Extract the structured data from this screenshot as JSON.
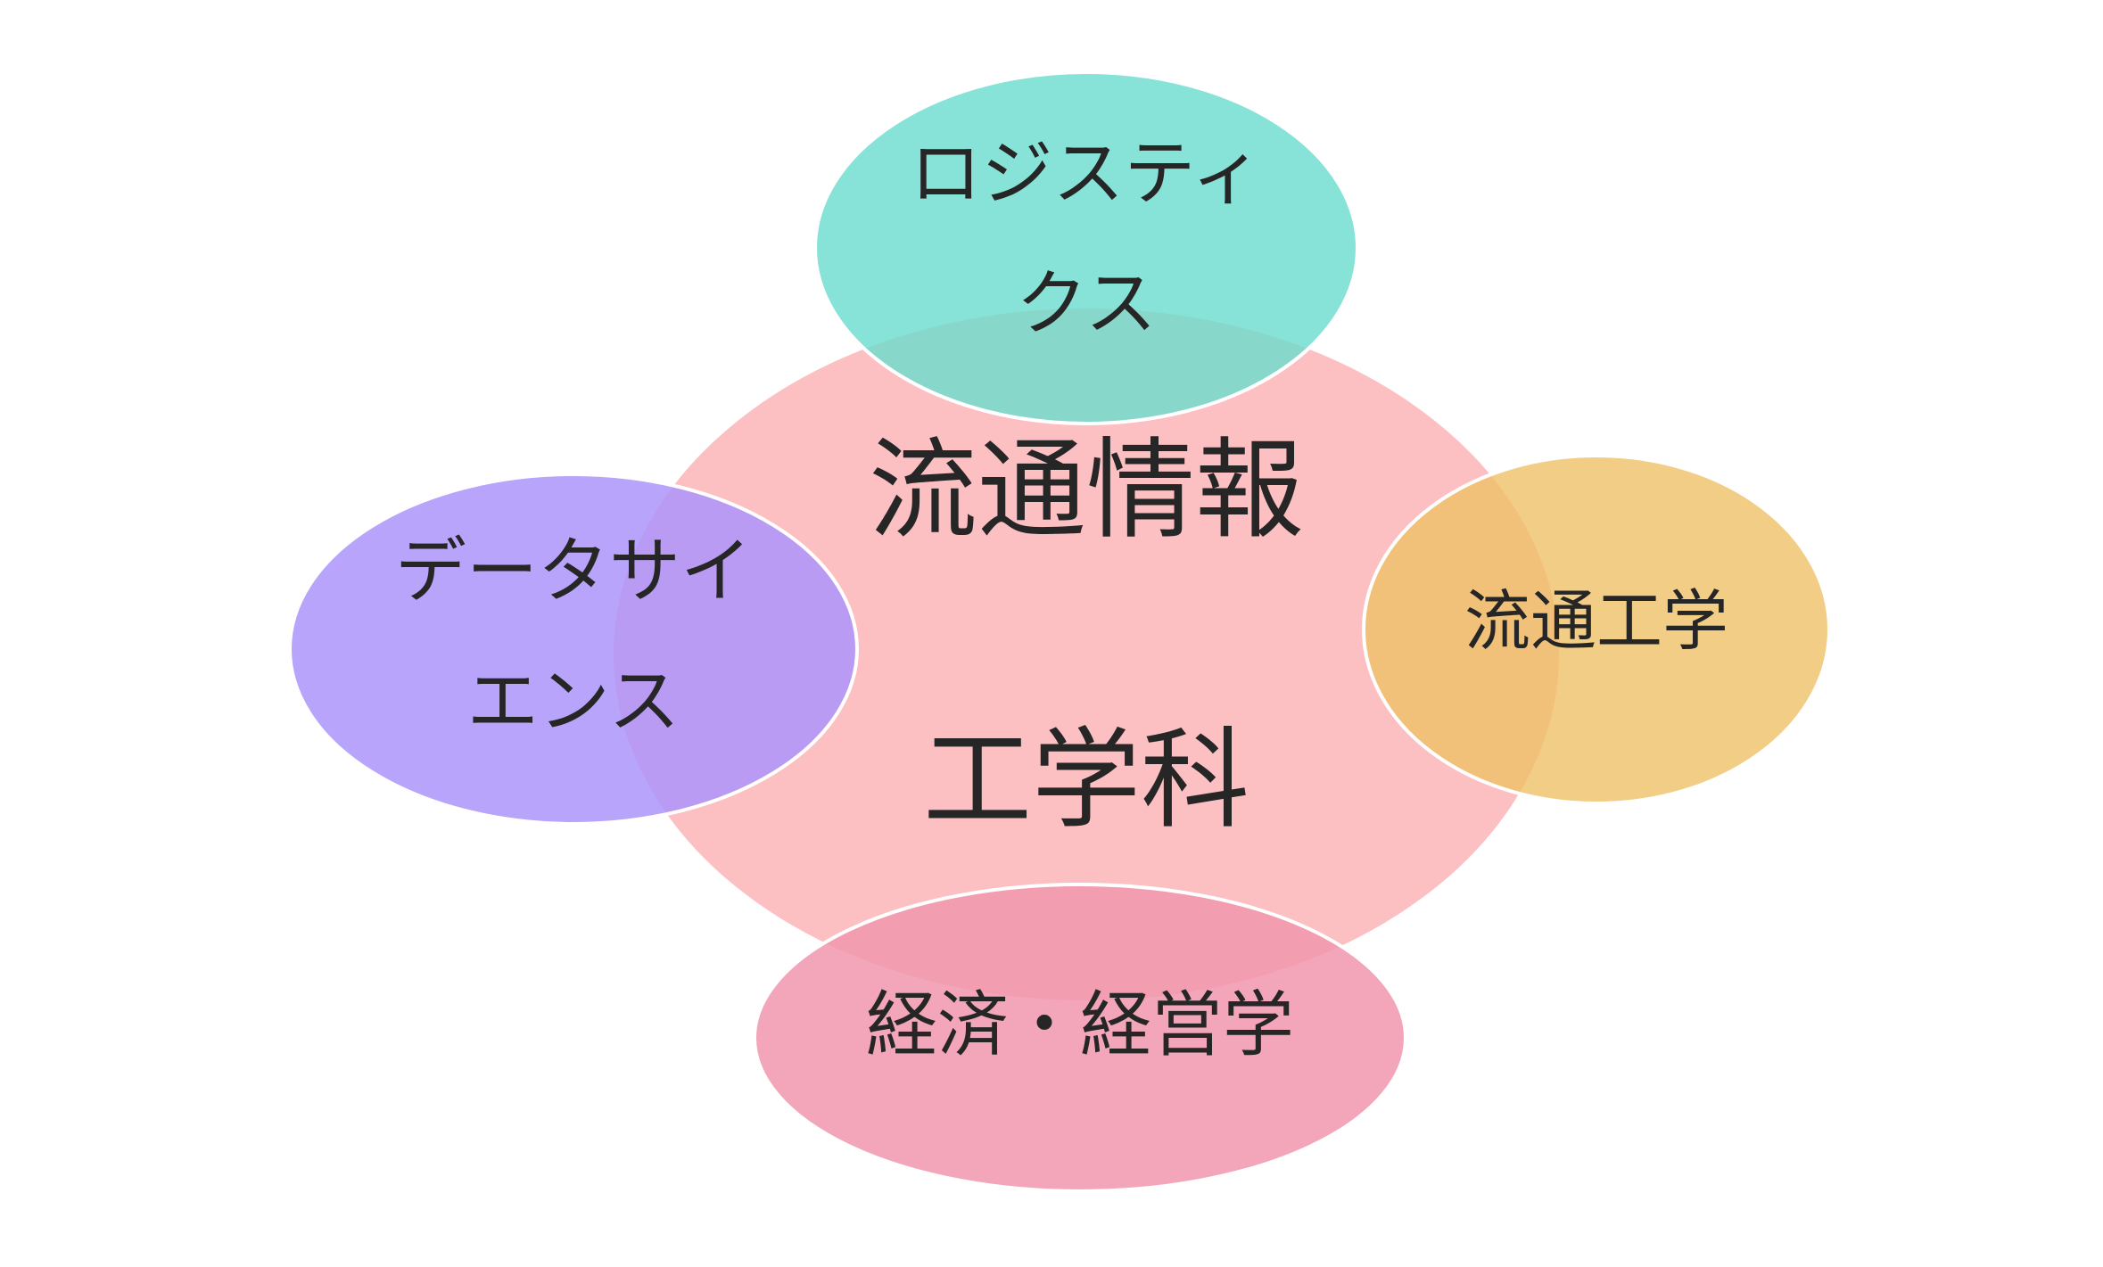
{
  "diagram": {
    "center": {
      "line1": "流通情報",
      "line2": "工学科",
      "color": "#fbb5b7"
    },
    "logistics": {
      "line1": "ロジスティ",
      "line2": "クス",
      "color": "#69dccd"
    },
    "data_science": {
      "line1": "データサイ",
      "line2": "エンス",
      "color": "#ad94fc"
    },
    "distribution_engineering": {
      "line1": "流通工学",
      "color": "#efc067"
    },
    "economics_management": {
      "line1": "経済・経営学",
      "color": "#f197ad"
    },
    "outline_color": "#ffffff",
    "text_color": "#262626"
  }
}
